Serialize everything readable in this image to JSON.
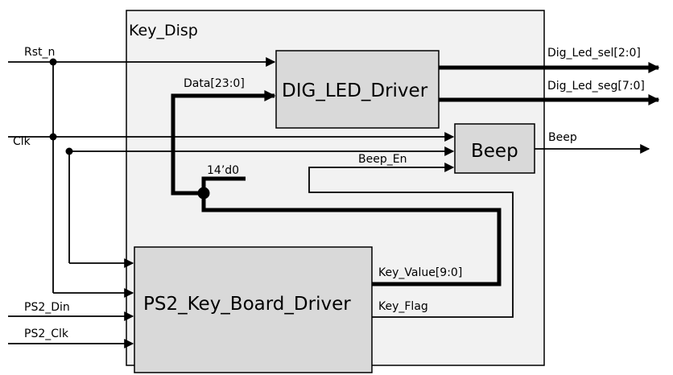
{
  "top_module": "Key_Disp",
  "blocks": {
    "dig_led_driver": "DIG_LED_Driver",
    "beep": "Beep",
    "ps2_driver": "PS2_Key_Board_Driver"
  },
  "inputs": {
    "rst_n": "Rst_n",
    "clk": "Clk",
    "ps2_din": "PS2_Din",
    "ps2_clk": "PS2_Clk"
  },
  "outputs": {
    "dig_led_sel": "Dig_Led_sel[2:0]",
    "dig_led_seg": "Dig_Led_seg[7:0]",
    "beep": "Beep"
  },
  "internal": {
    "data": "Data[23:0]",
    "const": "14’d0",
    "beep_en": "Beep_En",
    "key_value": "Key_Value[9:0]",
    "key_flag": "Key_Flag"
  },
  "colors": {
    "container_fill": "#f2f2f2",
    "block_fill": "#d9d9d9",
    "line": "#000000"
  }
}
